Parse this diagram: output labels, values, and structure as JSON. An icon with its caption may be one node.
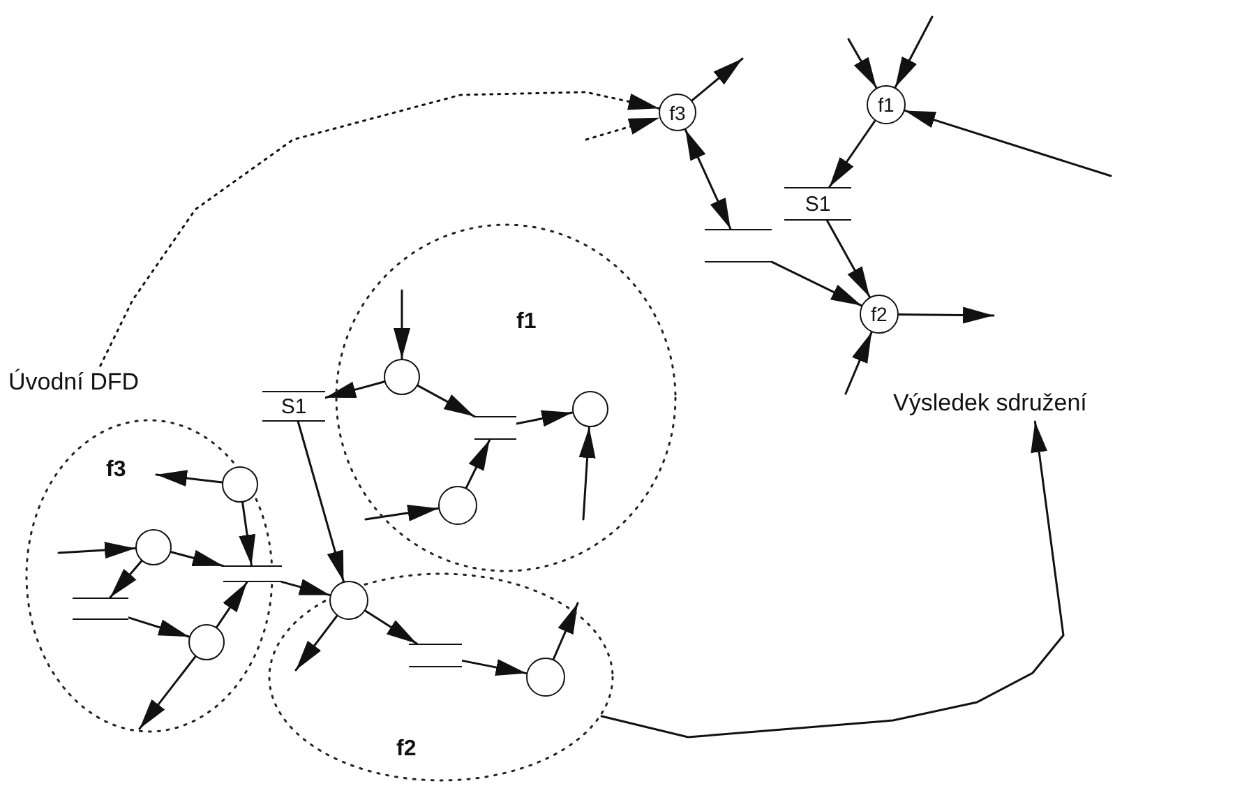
{
  "diagram": {
    "nodes": [
      {
        "text": [
          "f3"
        ]
      },
      {
        "text": [
          "f1"
        ]
      },
      {
        "text": [
          "S1"
        ]
      },
      {
        "text": [],
        "shape": "bar"
      },
      {
        "text": [
          "f2"
        ]
      },
      {
        "text": [
          "Úvodní DFD"
        ]
      },
      {
        "text": [
          "Výsledek sdružení"
        ]
      },
      {
        "text": [
          "f1"
        ]
      },
      {
        "text": [
          "S1"
        ]
      },
      {
        "text": [
          "f3"
        ]
      },
      {
        "text": [
          "f2"
        ]
      },
      {
        "text": [],
        "shape": "circle",
        "in": 7
      },
      {
        "text": [],
        "shape": "circle",
        "in": 7
      },
      {
        "text": [],
        "shape": "bar",
        "in": 7
      },
      {
        "text": [],
        "shape": "circle",
        "in": 7
      },
      {
        "text": [],
        "shape": "circle",
        "in": 9
      },
      {
        "text": [],
        "shape": "circle",
        "in": 9
      },
      {
        "text": [],
        "shape": "bar",
        "in": 9
      },
      {
        "text": [],
        "shape": "circle",
        "in": 9
      },
      {
        "text": [],
        "shape": "bar"
      },
      {
        "text": [],
        "shape": "circle",
        "in": 10
      },
      {
        "text": [],
        "shape": "bar",
        "in": 10
      },
      {
        "text": [],
        "shape": "circle",
        "in": 10
      }
    ],
    "edges": [
      {
        "from": 5,
        "to": 0,
        "arrow": "to",
        "style": "dashed"
      },
      {
        "from": null,
        "to": 0,
        "arrow": "to",
        "style": "dashed"
      },
      {
        "from": 0,
        "to": null,
        "arrow": "to"
      },
      {
        "from": 0,
        "to": 3,
        "arrow": "both"
      },
      {
        "from": 3,
        "to": 4,
        "arrow": "to"
      },
      {
        "from": null,
        "to": 1,
        "arrow": "to"
      },
      {
        "from": null,
        "to": 1,
        "arrow": "to"
      },
      {
        "from": null,
        "to": 1,
        "arrow": "to"
      },
      {
        "from": 1,
        "to": 2,
        "arrow": "to"
      },
      {
        "from": 2,
        "to": 4,
        "arrow": "to"
      },
      {
        "from": 4,
        "to": null,
        "arrow": "to"
      },
      {
        "from": null,
        "to": 4,
        "arrow": "to"
      },
      {
        "from": 10,
        "to": 6,
        "arrow": "to"
      },
      {
        "from": null,
        "to": 11,
        "arrow": "to"
      },
      {
        "from": 11,
        "to": 8,
        "arrow": "to"
      },
      {
        "from": 11,
        "to": 13,
        "arrow": "to"
      },
      {
        "from": 13,
        "to": 12,
        "arrow": "to"
      },
      {
        "from": null,
        "to": 12,
        "arrow": "to"
      },
      {
        "from": 14,
        "to": 13,
        "arrow": "to"
      },
      {
        "from": null,
        "to": 14,
        "arrow": "to"
      },
      {
        "from": 8,
        "to": 20,
        "arrow": "to"
      },
      {
        "from": 19,
        "to": 20,
        "arrow": "to"
      },
      {
        "from": 16,
        "to": 19,
        "arrow": "to"
      },
      {
        "from": 15,
        "to": 19,
        "arrow": "to"
      },
      {
        "from": 15,
        "to": null,
        "arrow": "to"
      },
      {
        "from": null,
        "to": 16,
        "arrow": "to"
      },
      {
        "from": 16,
        "to": 17,
        "arrow": "to"
      },
      {
        "from": 17,
        "to": 18,
        "arrow": "to"
      },
      {
        "from": 18,
        "to": 19,
        "arrow": "to"
      },
      {
        "from": 18,
        "to": null,
        "arrow": "to"
      },
      {
        "from": 20,
        "to": 21,
        "arrow": "to"
      },
      {
        "from": 21,
        "to": 22,
        "arrow": "to"
      },
      {
        "from": 22,
        "to": null,
        "arrow": "to"
      },
      {
        "from": 20,
        "to": null,
        "arrow": "to"
      }
    ]
  }
}
